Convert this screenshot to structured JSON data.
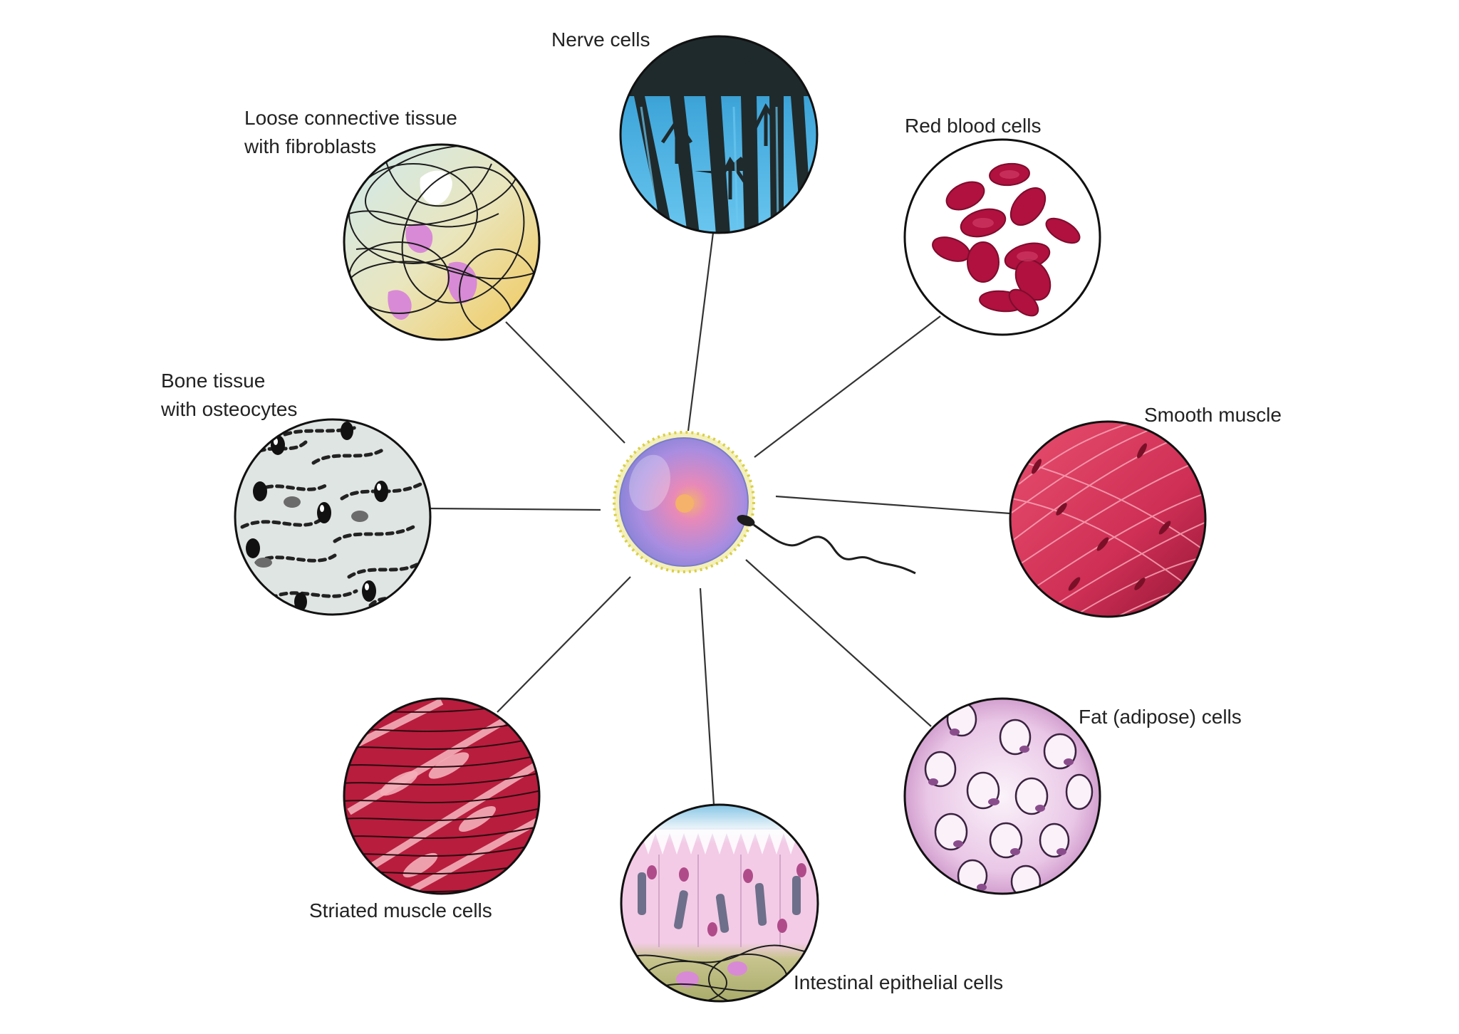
{
  "labels": {
    "nerve": "Nerve cells",
    "red_blood": "Red blood cells",
    "smooth_muscle": "Smooth muscle",
    "fat": "Fat (adipose) cells",
    "intestinal": "Intestinal epithelial cells",
    "striated": "Striated muscle cells",
    "bone_line1": "Bone tissue",
    "bone_line2": "with osteocytes",
    "loose_line1": "Loose connective tissue",
    "loose_line2": "with fibroblasts"
  },
  "colors": {
    "background": "#ffffff",
    "nerve": "#5bbde8",
    "red_blood": "#b0113f",
    "smooth_muscle": "#d63c60",
    "fat": "#e8c3e3",
    "intestinal": "#f0c7e4",
    "striated": "#b81d3d",
    "bone": "#dfe5e2",
    "loose": "#f0d27a",
    "egg": "#a98de0"
  },
  "icons": [
    "fertilized-egg-icon",
    "sperm-icon"
  ]
}
